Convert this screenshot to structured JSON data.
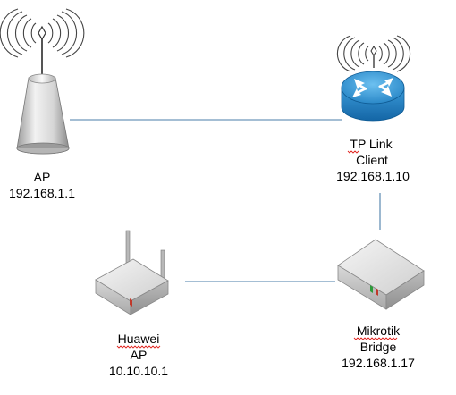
{
  "diagram": {
    "nodes": [
      {
        "id": "ap-main",
        "lines": [
          "AP",
          "192.168.1.1"
        ],
        "icon": "wireless-access-point-icon"
      },
      {
        "id": "tplink-client",
        "lines": [
          "TP Link",
          "Client",
          "192.168.1.10"
        ],
        "icon": "wireless-router-icon"
      },
      {
        "id": "mikrotik-bridge",
        "lines": [
          "Mikrotik",
          "Bridge",
          "192.168.1.17"
        ],
        "icon": "network-switch-icon"
      },
      {
        "id": "huawei-ap",
        "lines": [
          "Huawei",
          "AP",
          "10.10.10.1"
        ],
        "icon": "wifi-router-antennas-icon"
      }
    ],
    "links": [
      {
        "from": "ap-main",
        "to": "tplink-client"
      },
      {
        "from": "tplink-client",
        "to": "mikrotik-bridge"
      },
      {
        "from": "mikrotik-bridge",
        "to": "huawei-ap"
      }
    ],
    "colors": {
      "link": "#4a7ea8",
      "router_blue": "#2a88c8",
      "device_gray": "#cfcfcf",
      "spellcheck_underline": "#e0201b"
    }
  }
}
